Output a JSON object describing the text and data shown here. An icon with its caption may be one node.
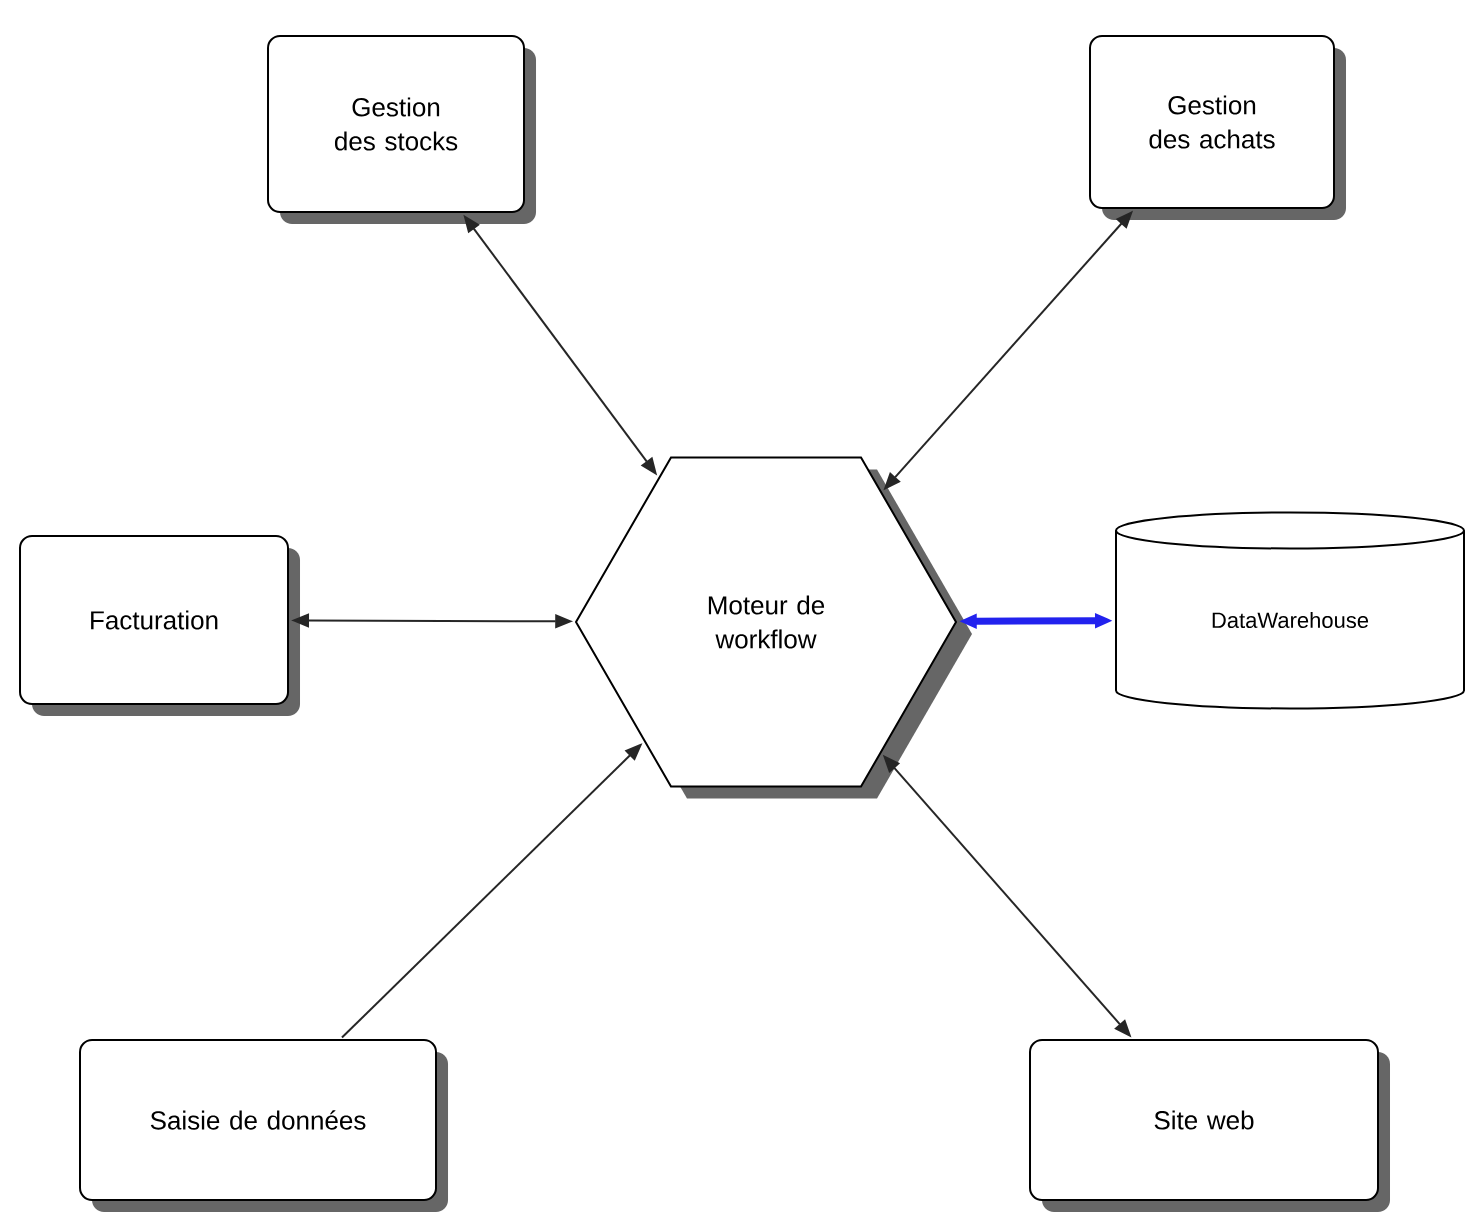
{
  "diagram": {
    "nodes": [
      {
        "text": [
          "Gestion des stocks"
        ]
      },
      {
        "text": [
          "Gestion des achats"
        ]
      },
      {
        "text": [
          "Facturation"
        ]
      },
      {
        "text": [
          "Moteur de workflow"
        ]
      },
      {
        "text": [
          "DataWarehouse"
        ]
      },
      {
        "text": [
          "Saisie de données"
        ]
      },
      {
        "text": [
          "Site web"
        ]
      }
    ],
    "edges": [
      {
        "from": 0,
        "to": 3,
        "arrow": "both"
      },
      {
        "from": 1,
        "to": 3,
        "arrow": "both"
      },
      {
        "from": 2,
        "to": 3,
        "arrow": "both"
      },
      {
        "from": 3,
        "to": 4,
        "arrow": "both",
        "style": "thick",
        "color": "#2222ee"
      },
      {
        "from": 5,
        "to": 3,
        "arrow": "to"
      },
      {
        "from": 3,
        "to": 6,
        "arrow": "both"
      }
    ]
  }
}
